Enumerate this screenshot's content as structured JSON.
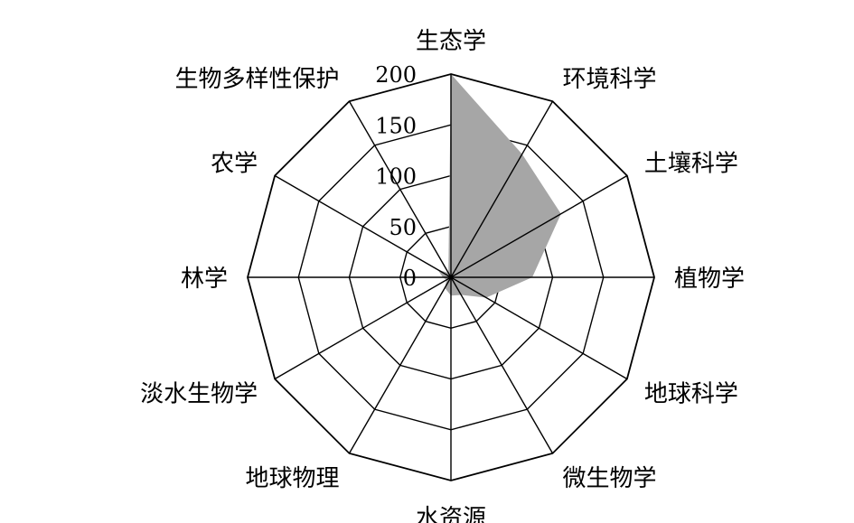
{
  "chart_data": {
    "type": "radar",
    "categories": [
      "生态学",
      "环境科学",
      "土壤科学",
      "植物学",
      "地球科学",
      "微生物学",
      "水资源",
      "地球物理",
      "淡水生物学",
      "林学",
      "农学",
      "生物多样性保护"
    ],
    "series": [
      {
        "values": [
          200,
          140,
          125,
          80,
          40,
          20,
          18,
          12,
          5,
          8,
          15,
          5
        ]
      }
    ],
    "radial_ticks": [
      0,
      50,
      100,
      150,
      200
    ],
    "rlim": [
      0,
      200
    ],
    "grid": true,
    "legend": "none",
    "fill_color": "#a6a6a6",
    "line_color": "#000000"
  }
}
